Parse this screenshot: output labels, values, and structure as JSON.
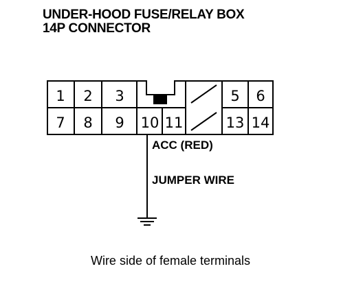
{
  "title": {
    "line1": "UNDER-HOOD FUSE/RELAY BOX",
    "line2": "14P CONNECTOR"
  },
  "connector": {
    "pins_top": [
      "1",
      "2",
      "3",
      "",
      "",
      "5",
      "6"
    ],
    "pins_bottom": [
      "7",
      "8",
      "9",
      "10",
      "11",
      "",
      "13",
      "14"
    ]
  },
  "labels": {
    "acc": "ACC (RED)",
    "jumper": "JUMPER WIRE"
  },
  "caption": "Wire side of female terminals",
  "icons": [
    "ground-icon"
  ]
}
